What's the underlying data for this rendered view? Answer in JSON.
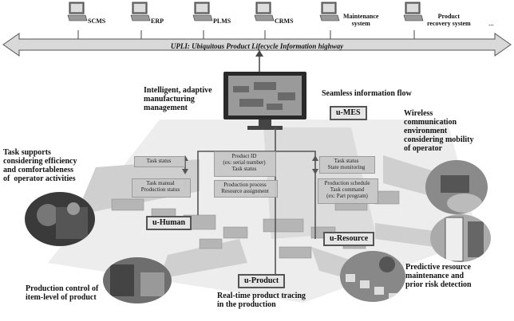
{
  "systems": [
    {
      "label": "SCMS",
      "icon": "computer-icon"
    },
    {
      "label": "ERP",
      "icon": "computer-icon"
    },
    {
      "label": "PLMS",
      "icon": "computer-icon"
    },
    {
      "label": "CRMS",
      "icon": "computer-icon"
    },
    {
      "label": "Maintenance\nsystem",
      "icon": "computer-icon"
    },
    {
      "label": "Product\nrecovery system",
      "icon": "computer-icon"
    }
  ],
  "systems_more": "...",
  "highway_label": "UPLI: Ubiquitous Product Lifecycle Information highway",
  "titles": {
    "intelligent": "Intelligent, adaptive\nmanufacturing\nmanagement",
    "seamless": "Seamless information flow",
    "wireless": "Wireless\ncommunication\nenvironment\nconsidering mobility\nof operator",
    "task_supports": "Task supports\nconsidering efficiency\nand comfortableness\nof  operator activities",
    "predictive": "Predictive resource\nmaintenance and\nprior risk detection",
    "production_control": "Production control of\nitem-level of product",
    "realtime": "Real-time product tracing\nin the production"
  },
  "modules": {
    "mes": "u-MES",
    "human": "u-Human",
    "resource": "u-Resource",
    "product": "u-Product"
  },
  "task_labels": {
    "left_status": "Task status",
    "left_manual": "Task manual\nProduction status",
    "center_product": "Product ID\n(ex: serial number)\nTask status",
    "center_process": "Production process\nResource assignment",
    "right_status": "Task status\nState monitoring",
    "right_schedule": "Production schedule\nTask command\n(ex: Part program)"
  },
  "colors": {
    "arrow": "#d9d9d9",
    "arrow_stroke": "#555555",
    "module_bg": "#e6e6e6",
    "beam": "#c4c4c4"
  }
}
